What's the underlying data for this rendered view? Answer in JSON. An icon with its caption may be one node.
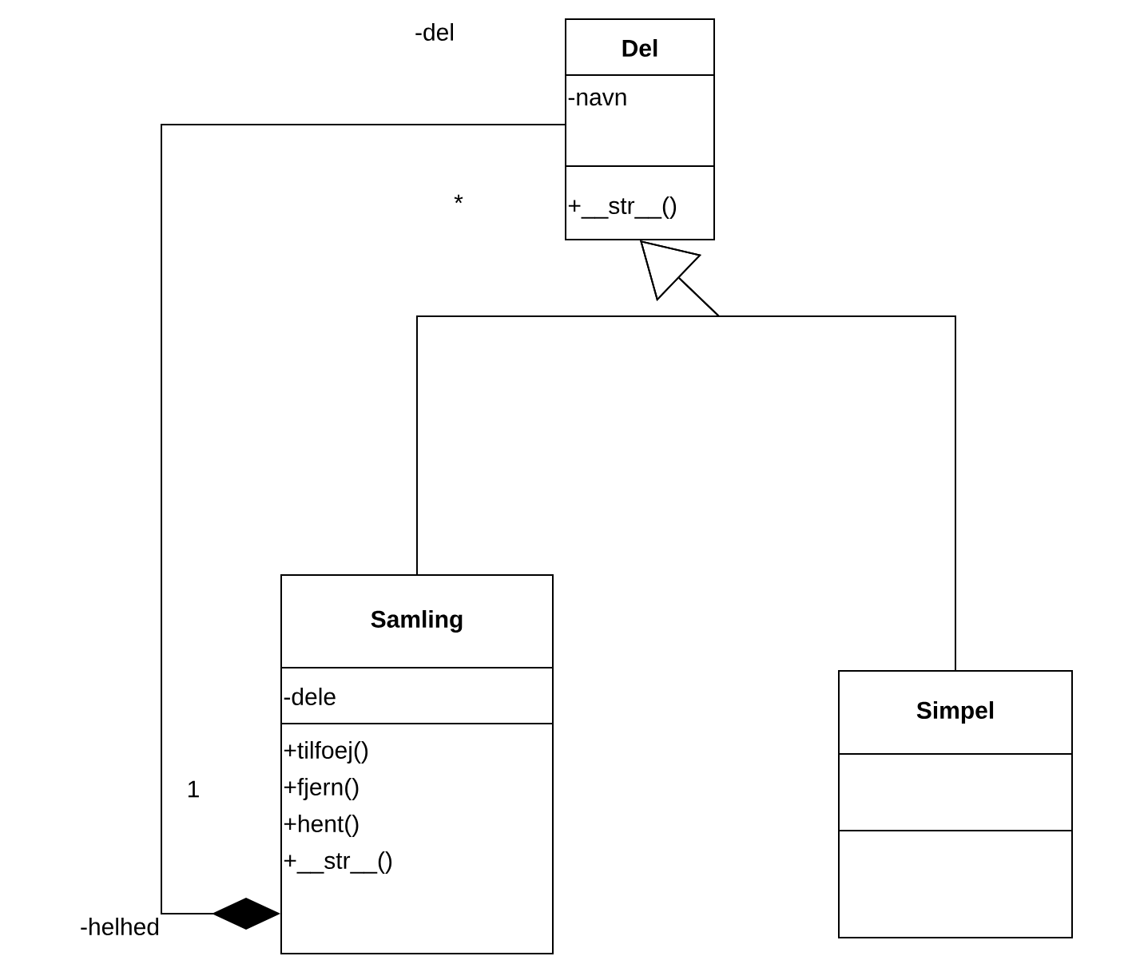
{
  "diagram": {
    "nodes": [
      {
        "text": [
          "Del",
          "-navn",
          "+__str__()"
        ]
      },
      {
        "text": [
          "Samling",
          "-dele",
          "+tilfoej()",
          "+fjern()",
          "+hent()",
          "+__str__()"
        ]
      },
      {
        "text": [
          "Simpel"
        ]
      }
    ],
    "edges": [
      {
        "from": 1,
        "to": 0,
        "arrow": "to"
      },
      {
        "from": 2,
        "to": 0,
        "arrow": "to"
      },
      {
        "from": 1,
        "to": 0,
        "arrow": "other"
      }
    ],
    "labels": [
      "-del",
      "*",
      "1",
      "-helhed"
    ]
  }
}
